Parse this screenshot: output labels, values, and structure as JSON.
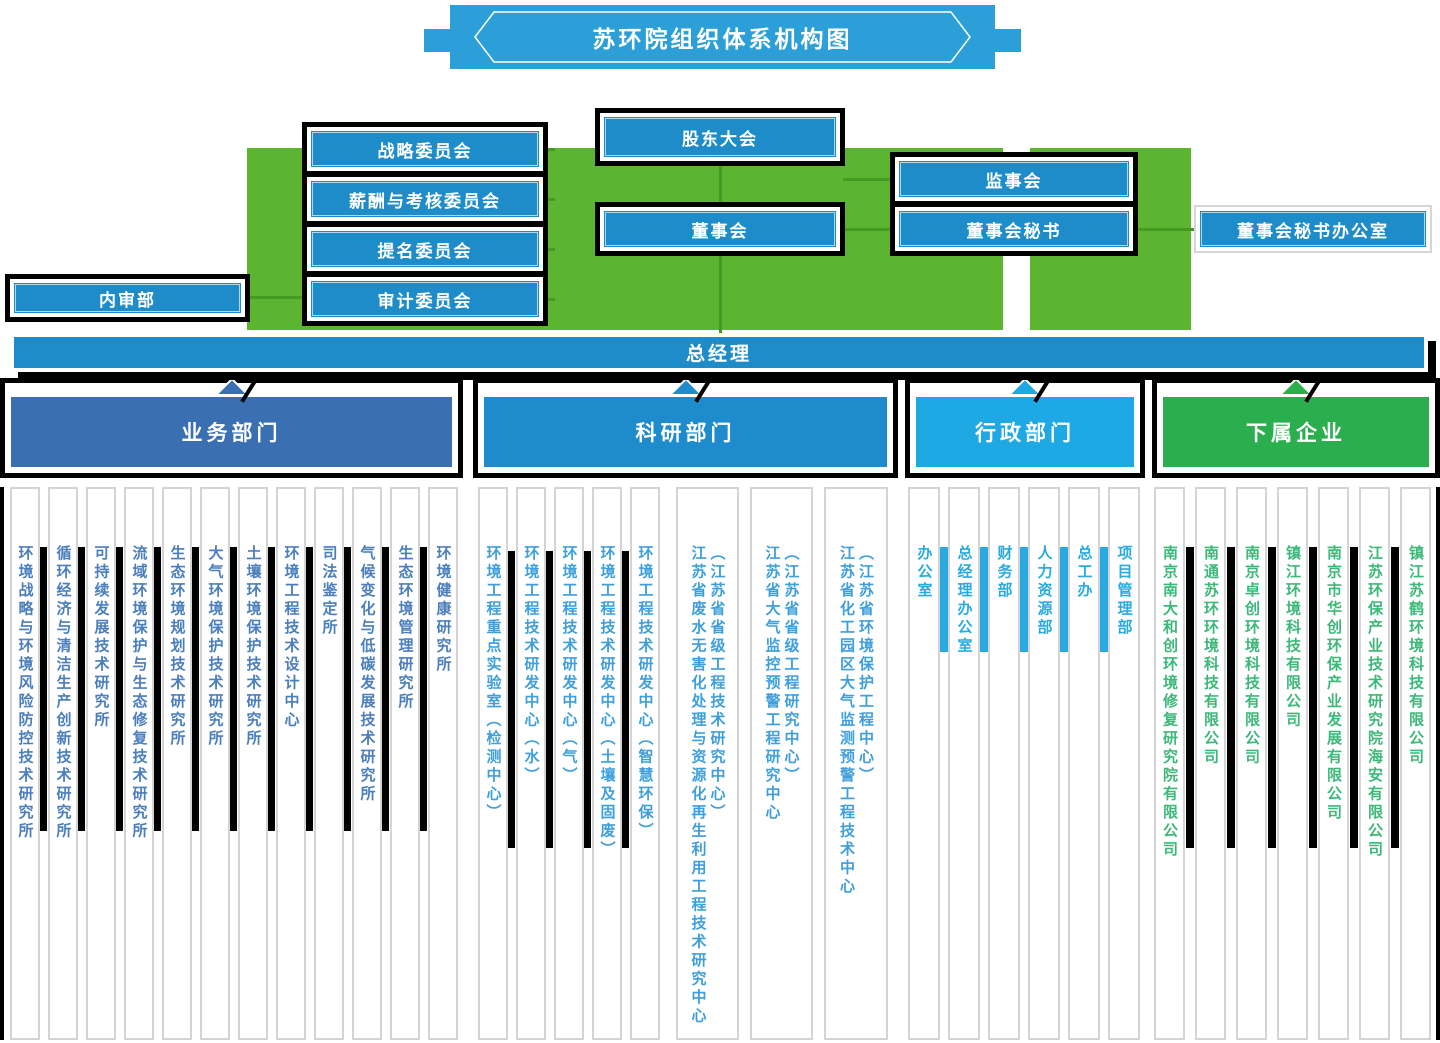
{
  "title": "苏环院组织体系机构图",
  "nodes": {
    "shareholders_meeting": "股东大会",
    "strategy_committee": "战略委员会",
    "compensation_committee": "薪酬与考核委员会",
    "nomination_committee": "提名委员会",
    "audit_committee": "审计委员会",
    "board_of_directors": "董事会",
    "supervisory_board": "监事会",
    "board_secretary": "董事会秘书",
    "board_secretary_office": "董事会秘书办公室",
    "internal_audit": "内审部",
    "general_manager": "总经理"
  },
  "colors": {
    "box_blue": "#1e8cc8",
    "banner_blue": "#2c9fd8",
    "background_green": "#5cb531",
    "connector_green": "#459b22",
    "shadow_black": "#000000",
    "admin_bar_blue": "#29abe2"
  },
  "departments": [
    {
      "id": "business",
      "label": "业务部门",
      "color": "#3a6fb2",
      "text_color": "#4a7ebd",
      "units": [
        "环境战略与环境风险防控技术研究所",
        "循环经济与清洁生产创新技术研究所",
        "可持续发展技术研究所",
        "流域环境保护与生态修复技术研究所",
        "生态环境规划技术研究所",
        "大气环境保护技术研究所",
        "土壤环境保护技术研究所",
        "环境工程技术设计中心",
        "司法鉴定所",
        "气候变化与低碳发展技术研究所",
        "生态环境管理研究所",
        "环境健康研究所"
      ]
    },
    {
      "id": "research",
      "label": "科研部门",
      "color": "#1e8ccc",
      "text_color": "#3e9fdc",
      "units": [
        "环境工程重点实验室（检测中心）",
        "环境工程技术研发中心（水）",
        "环境工程技术研发中心（气）",
        "环境工程技术研发中心（土壤及固废）",
        "环境工程技术研发中心（智慧环保）",
        [
          "（江苏省省级工程技术研究中心）",
          "江苏省废水无害化处理与资源化再生利用工程技术研究中心"
        ],
        [
          "（江苏省省级工程研究中心）",
          "江苏省大气监控预警工程研究中心"
        ],
        [
          "（江苏省环境保护工程中心）",
          "江苏省化工园区大气监测预警工程技术中心"
        ]
      ]
    },
    {
      "id": "admin",
      "label": "行政部门",
      "color": "#1fa9e4",
      "text_color": "#29abe2",
      "units": [
        "办公室",
        "总经理办公室",
        "财务部",
        "人力资源部",
        "总工办",
        "项目管理部"
      ]
    },
    {
      "id": "subsidiaries",
      "label": "下属企业",
      "color": "#2baf4e",
      "text_color": "#3cb878",
      "units": [
        "南京南大和创环境修复研究院有限公司",
        "南通苏环环境科技有限公司",
        "南京卓创环境科技有限公司",
        "镇江环境科技有限公司",
        "南京市华创环保产业发展有限公司",
        "江苏环保产业技术研究院海安有限公司",
        "镇江苏鹤环境科技有限公司"
      ]
    }
  ]
}
